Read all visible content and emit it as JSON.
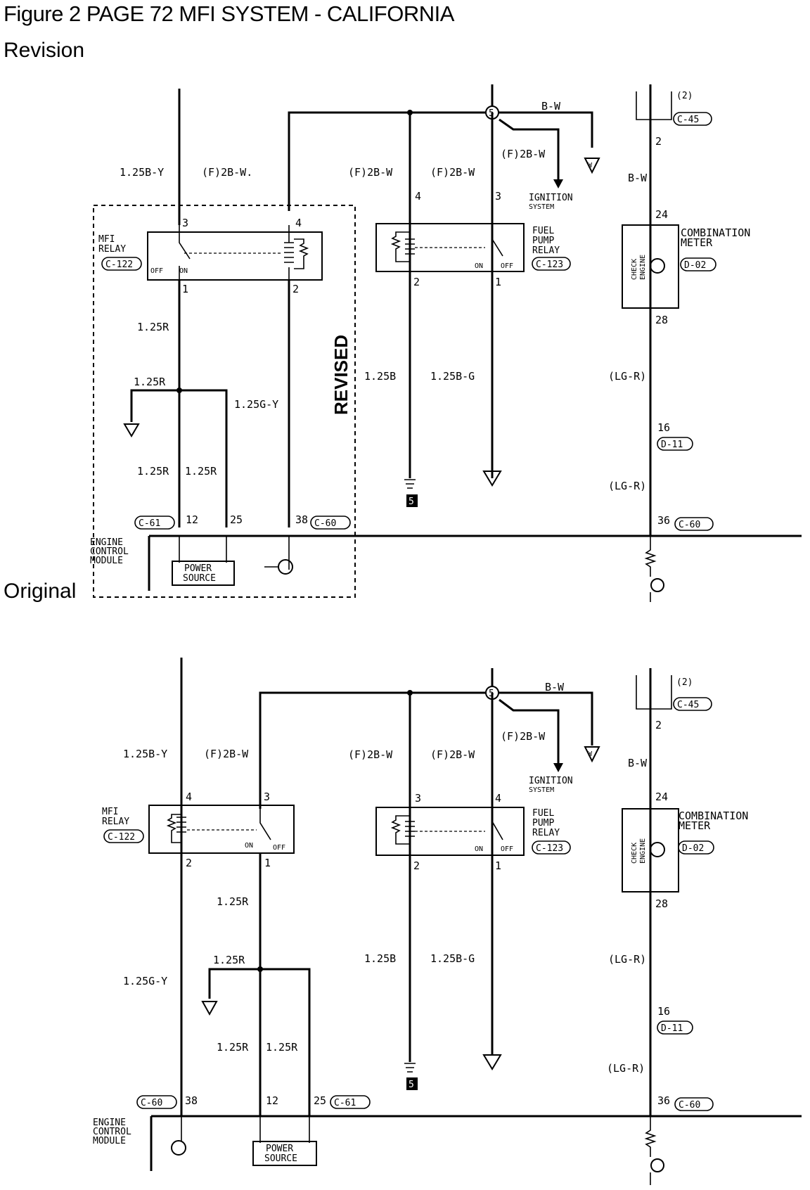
{
  "title": "Figure 2 PAGE 72 MFI SYSTEM  -  CALIFORNIA",
  "sections": {
    "revision": "Revision",
    "original": "Original"
  },
  "revised_label": "REVISED",
  "wires": {
    "b125y": "1.25B-Y",
    "f2bw": "(F)2B-W",
    "f2bw_dot": "(F)2B-W.",
    "bw": "B-W",
    "r125": "1.25R",
    "g125y": "1.25G-Y",
    "b125": "1.25B",
    "b125g": "1.25B-G",
    "lgr": "(LG-R)"
  },
  "components": {
    "mfi_relay": [
      "MFI",
      "RELAY"
    ],
    "fuel_pump_relay": [
      "FUEL",
      "PUMP",
      "RELAY"
    ],
    "ignition_system": [
      "IGNITION",
      "SYSTEM"
    ],
    "combination_meter": [
      "COMBINATION",
      "METER"
    ],
    "check_engine": [
      "CHECK",
      "ENGINE"
    ],
    "engine_control_module": [
      "ENGINE",
      "CONTROL",
      "MODULE"
    ],
    "power_source": [
      "POWER",
      "SOURCE"
    ],
    "off": "OFF",
    "on": "ON"
  },
  "connectors": {
    "c122": "C-122",
    "c123": "C-123",
    "c45": "C-45",
    "d02": "D-02",
    "d11": "D-11",
    "c60": "C-60",
    "c61": "C-61",
    "two_paren": "(2)",
    "splice": "5",
    "ground_5": "5"
  },
  "pins": {
    "p1": "1",
    "p2": "2",
    "p3": "3",
    "p4": "4",
    "p12": "12",
    "p16": "16",
    "p24": "24",
    "p25": "25",
    "p28": "28",
    "p36": "36",
    "p38": "38"
  }
}
